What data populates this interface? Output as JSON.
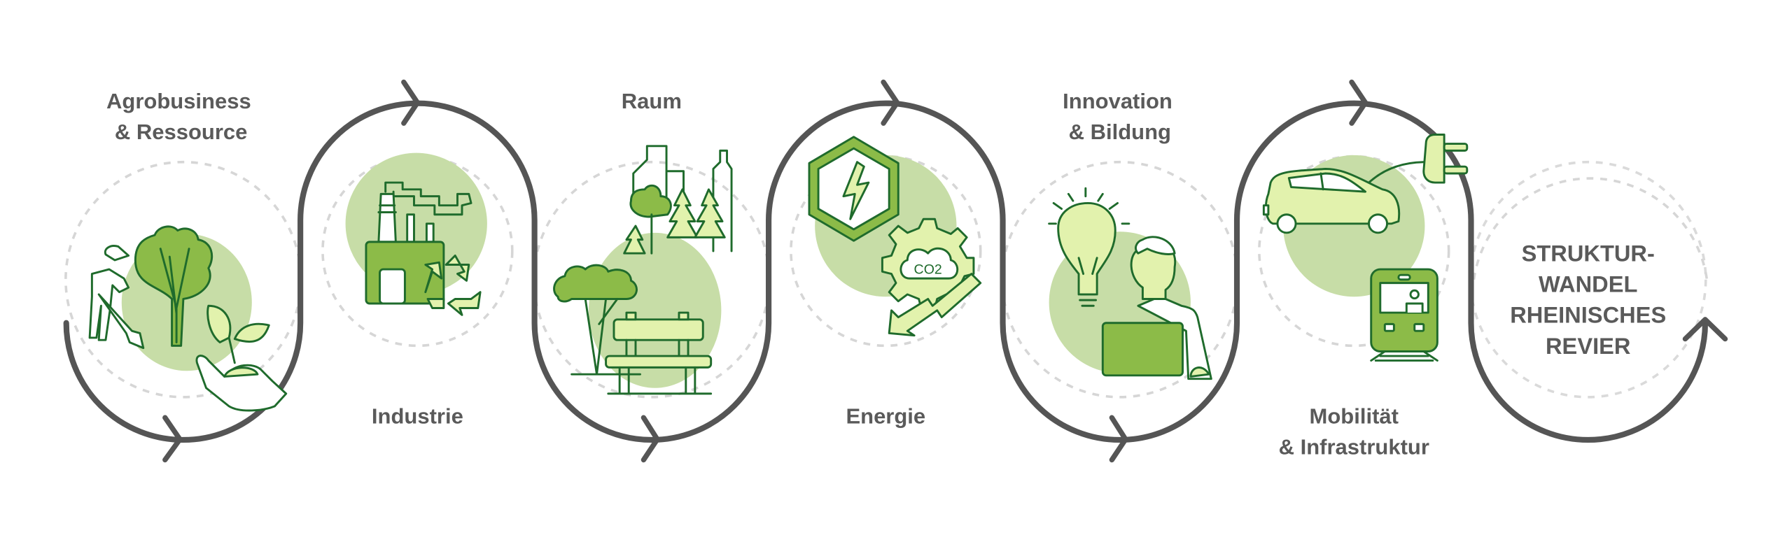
{
  "stages": [
    {
      "label_line1": "Agrobusiness",
      "label_line2": "& Ressource",
      "icon": "farmer-tree-seedling-icon"
    },
    {
      "label_line1": "Industrie",
      "icon": "factory-recycle-icon"
    },
    {
      "label_line1": "Raum",
      "icon": "city-park-bench-icon"
    },
    {
      "label_line1": "Energie",
      "icon": "energy-co2-gear-icon"
    },
    {
      "label_line1": "Innovation",
      "label_line2": "& Bildung",
      "icon": "lightbulb-person-laptop-icon"
    },
    {
      "label_line1": "Mobilität",
      "label_line2": "& Infrastruktur",
      "icon": "electric-car-train-icon"
    }
  ],
  "final": {
    "lines": [
      "STRUKTUR-",
      "WANDEL",
      "RHEINISCHES",
      "REVIER"
    ]
  },
  "icon_text": {
    "co2": "CO2"
  },
  "colors": {
    "path": "#555555",
    "dark_green": "#1f6b2c",
    "mid_green": "#8cbb48",
    "light_green": "#e2f2ad",
    "blob": "#c7dda7",
    "label": "#5a5a5a"
  }
}
